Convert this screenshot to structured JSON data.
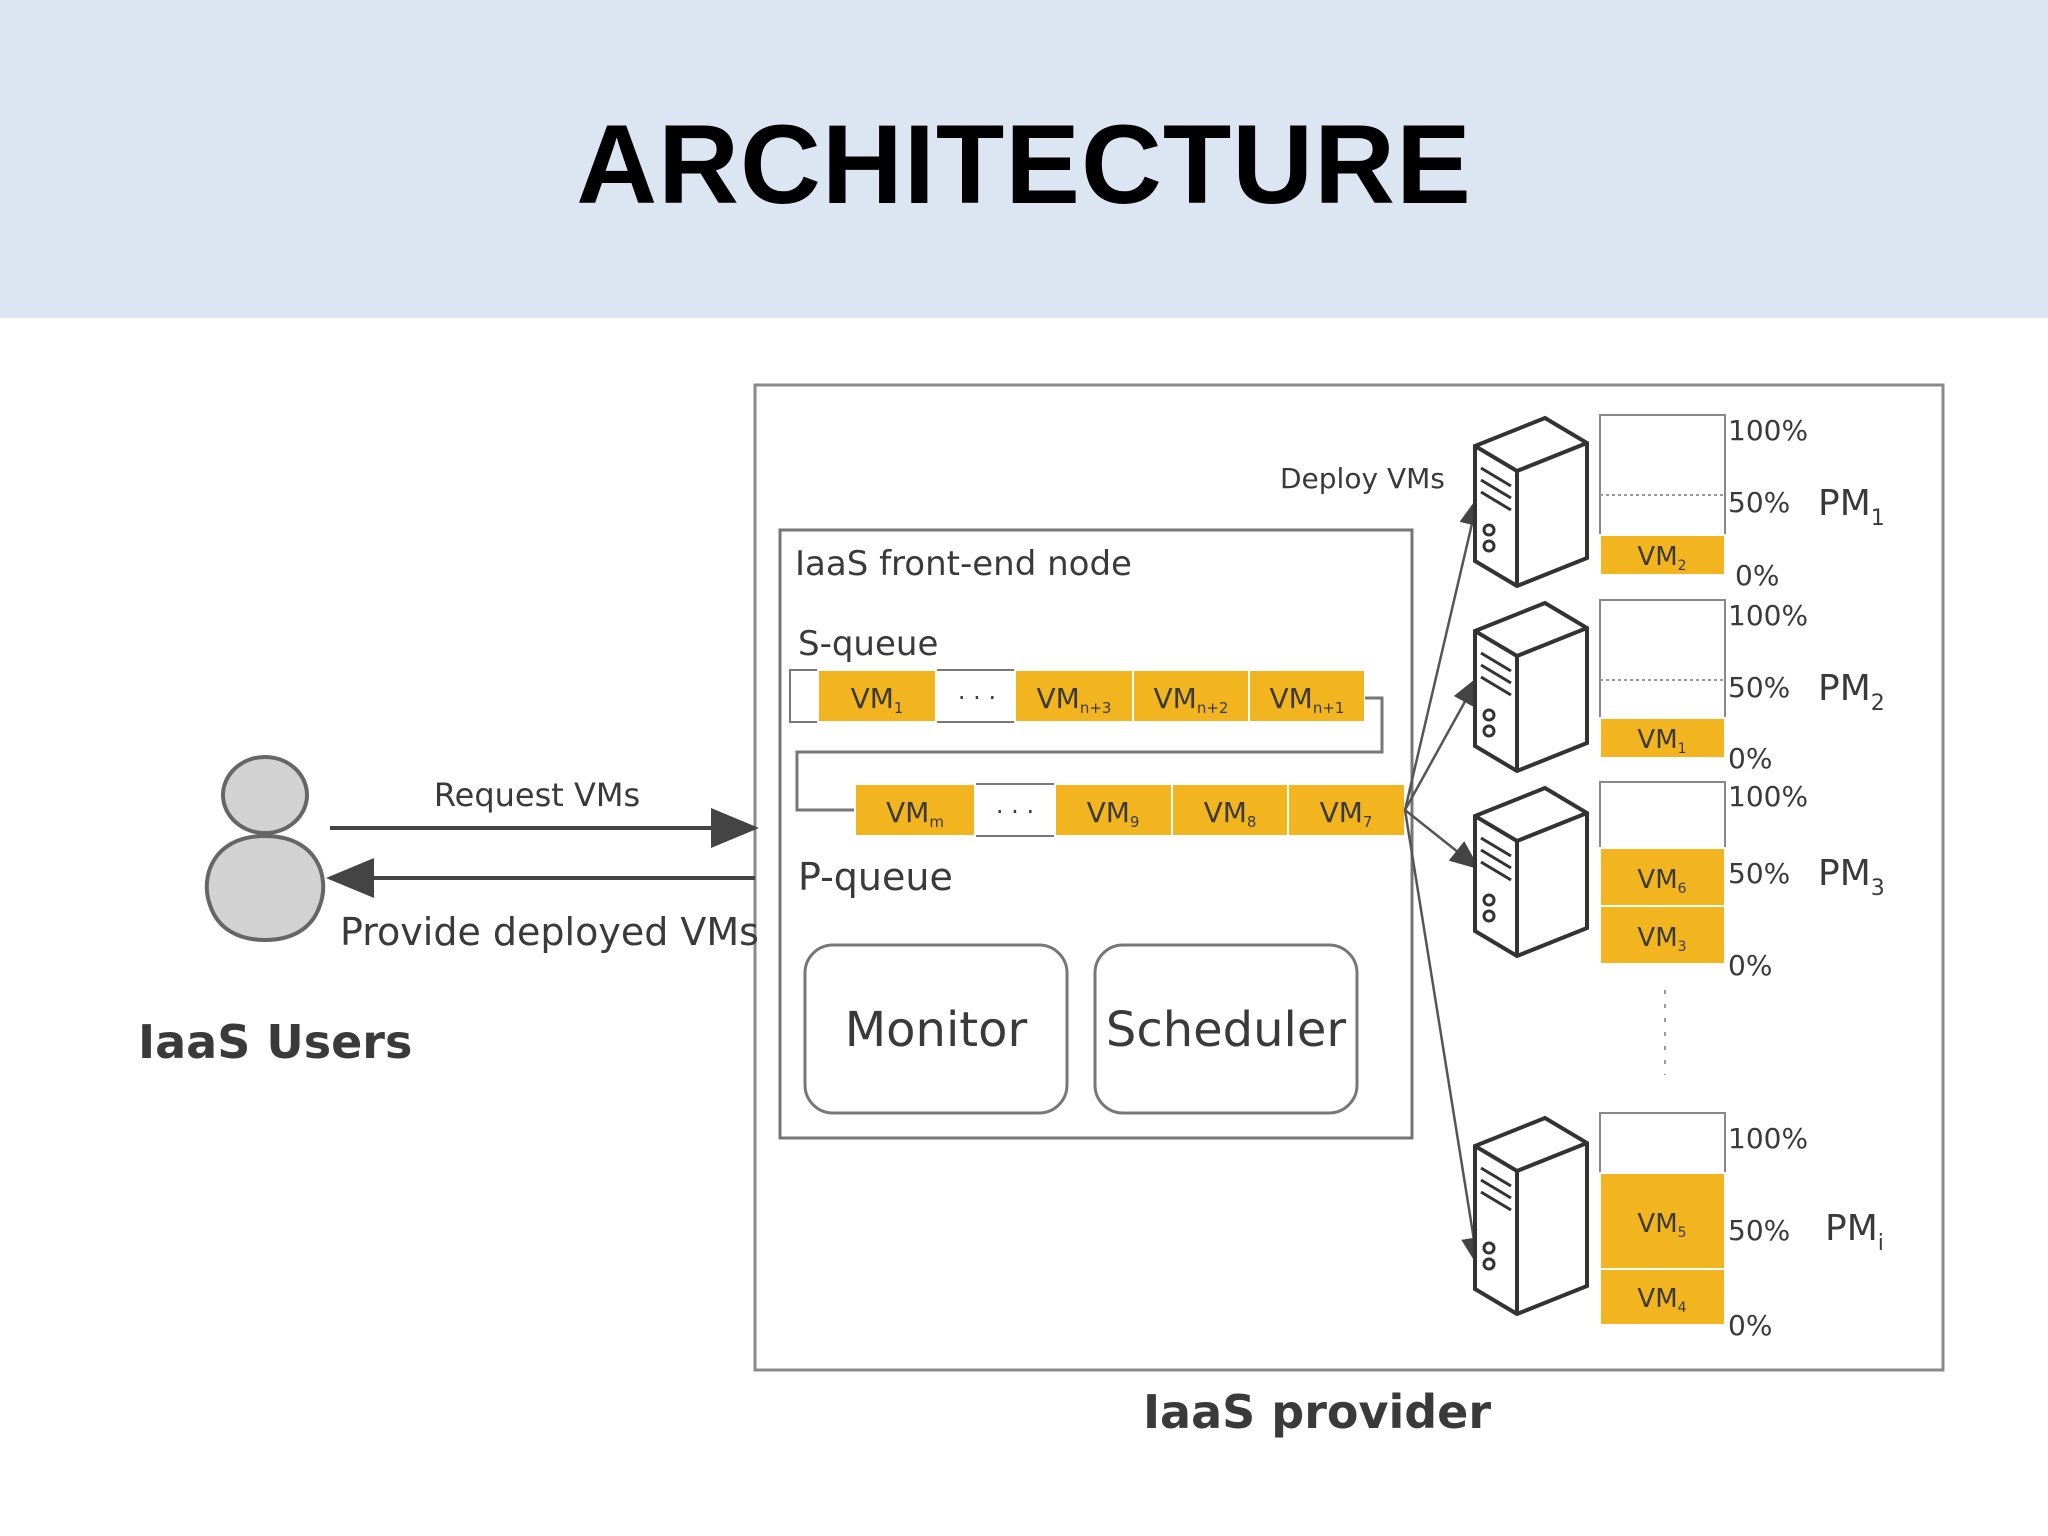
{
  "title": "ARCHITECTURE",
  "users_label": "IaaS Users",
  "provider_label": "IaaS provider",
  "arrows": {
    "request": "Request VMs",
    "provide": "Provide deployed VMs",
    "deploy": "Deploy VMs"
  },
  "front_end": {
    "label": "IaaS front-end node",
    "s_queue_label": "S-queue",
    "p_queue_label": "P-queue",
    "ellipsis": "· · ·",
    "s_queue": [
      {
        "base": "VM",
        "sub": "1"
      },
      {
        "base": "VM",
        "sub": "n+3"
      },
      {
        "base": "VM",
        "sub": "n+2"
      },
      {
        "base": "VM",
        "sub": "n+1"
      }
    ],
    "p_queue": [
      {
        "base": "VM",
        "sub": "m"
      },
      {
        "base": "VM",
        "sub": "9"
      },
      {
        "base": "VM",
        "sub": "8"
      },
      {
        "base": "VM",
        "sub": "7"
      }
    ],
    "monitor": "Monitor",
    "scheduler": "Scheduler"
  },
  "machines": [
    {
      "name": "PM",
      "sub": "1",
      "vms": [
        {
          "base": "VM",
          "sub": "2"
        }
      ]
    },
    {
      "name": "PM",
      "sub": "2",
      "vms": [
        {
          "base": "VM",
          "sub": "1"
        }
      ]
    },
    {
      "name": "PM",
      "sub": "3",
      "vms": [
        {
          "base": "VM",
          "sub": "6"
        },
        {
          "base": "VM",
          "sub": "3"
        }
      ]
    },
    {
      "name": "PM",
      "sub": "i",
      "vms": [
        {
          "base": "VM",
          "sub": "5"
        },
        {
          "base": "VM",
          "sub": "4"
        }
      ]
    }
  ],
  "scale": {
    "top": "100%",
    "mid": "50%",
    "bottom": "0%"
  },
  "colors": {
    "header_bg": "#dce6f2",
    "vm_fill": "#f2b41f",
    "line": "#555555"
  }
}
